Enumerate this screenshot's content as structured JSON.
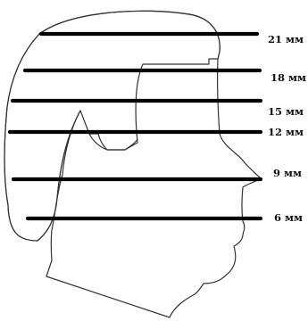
{
  "diagram": {
    "levels": [
      {
        "label": "21 мм"
      },
      {
        "label": "18 мм"
      },
      {
        "label": "15 мм"
      },
      {
        "label": "12 мм"
      },
      {
        "label": "9 мм"
      },
      {
        "label": "6 мм"
      }
    ]
  },
  "colors": {
    "line": "#000000",
    "outline": "#333333",
    "background": "#ffffff"
  }
}
